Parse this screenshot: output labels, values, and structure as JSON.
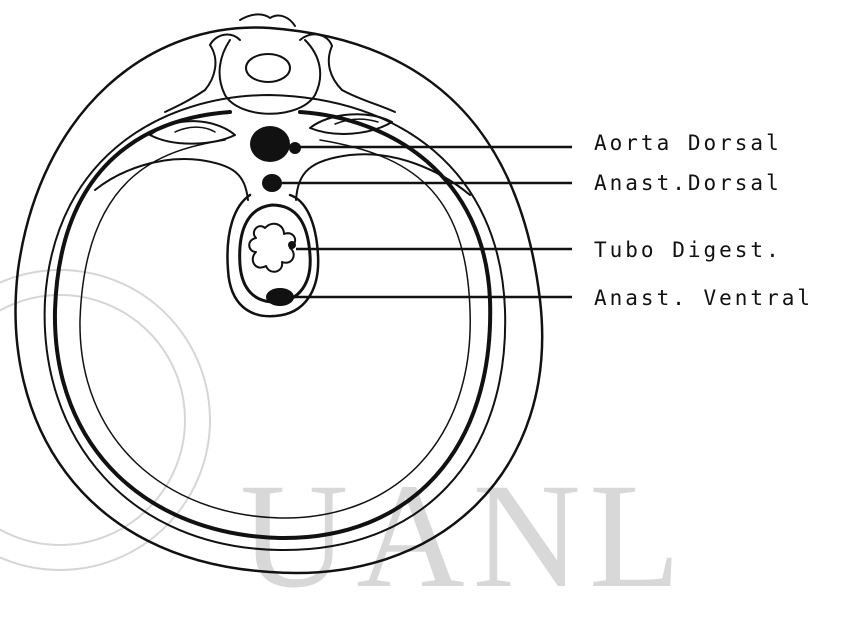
{
  "labels": [
    "Aorta Dorsal",
    "Anast.Dorsal",
    "Tubo Digest.",
    "Anast. Ventral"
  ],
  "watermark": {
    "text": "UANL"
  },
  "colors": {
    "ink": "#111111",
    "watermark": "#d8d8d8"
  }
}
